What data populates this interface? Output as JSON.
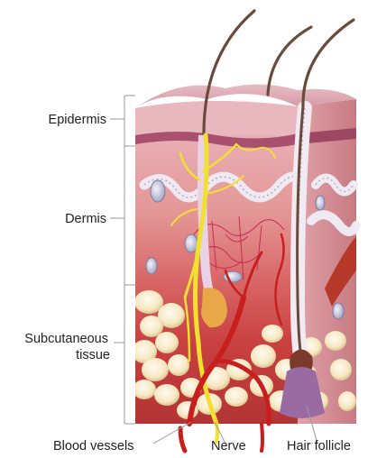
{
  "labels": {
    "epidermis": "Epidermis",
    "dermis": "Dermis",
    "subcutaneous_line1": "Subcutaneous",
    "subcutaneous_line2": "tissue",
    "blood_vessels": "Blood vessels",
    "nerve": "Nerve",
    "hair_follicle": "Hair follicle"
  },
  "colors": {
    "epidermis_top": "#d9a0a8",
    "epidermis_band": "#b05a74",
    "dermis_pink": "#e8a2a2",
    "dermis_deep": "#d46262",
    "subcutaneous_red": "#c03030",
    "fat_cell": "#f7ecc7",
    "nerve_yellow": "#f2e030",
    "blood_red": "#c81e1e",
    "hair": "#6a4a3a",
    "follicle_purple": "#9a6aa2"
  }
}
